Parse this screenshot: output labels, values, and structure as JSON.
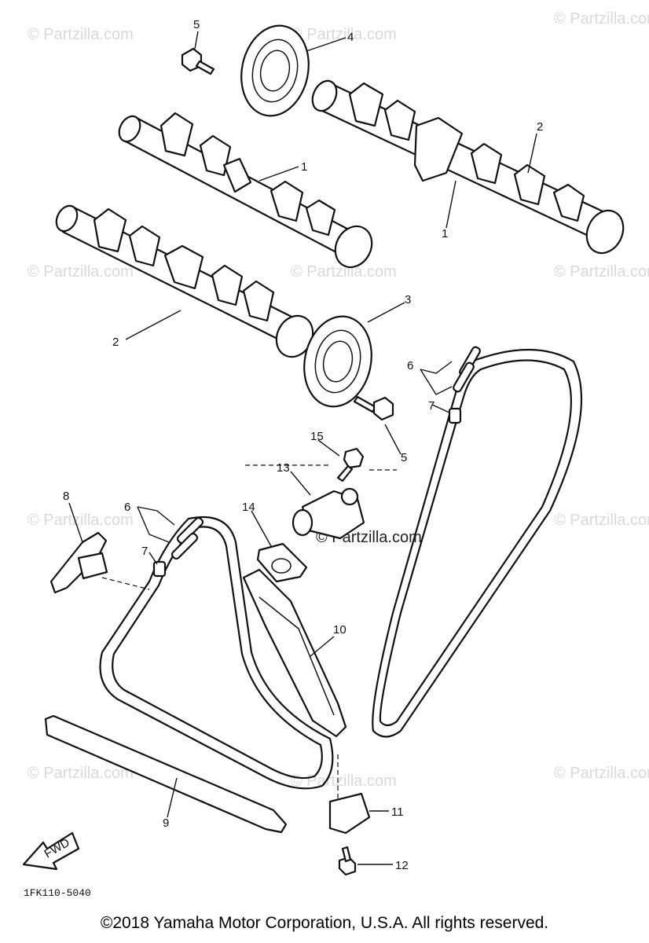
{
  "watermark": {
    "text": "© Partzilla.com",
    "text_center": "© Partzilla.com"
  },
  "diagram_code": "1FK110-5040",
  "fwd_label": "FWD",
  "copyright": "©2018  Yamaha Motor Corporation, U.S.A. All rights reserved.",
  "callouts": {
    "c1a": "1",
    "c1b": "1",
    "c2a": "2",
    "c2b": "2",
    "c3": "3",
    "c4": "4",
    "c5a": "5",
    "c5b": "5",
    "c6a": "6",
    "c6b": "6",
    "c7a": "7",
    "c7b": "7",
    "c8": "8",
    "c9": "9",
    "c10": "10",
    "c11": "11",
    "c12": "12",
    "c13": "13",
    "c14": "14",
    "c15": "15"
  }
}
